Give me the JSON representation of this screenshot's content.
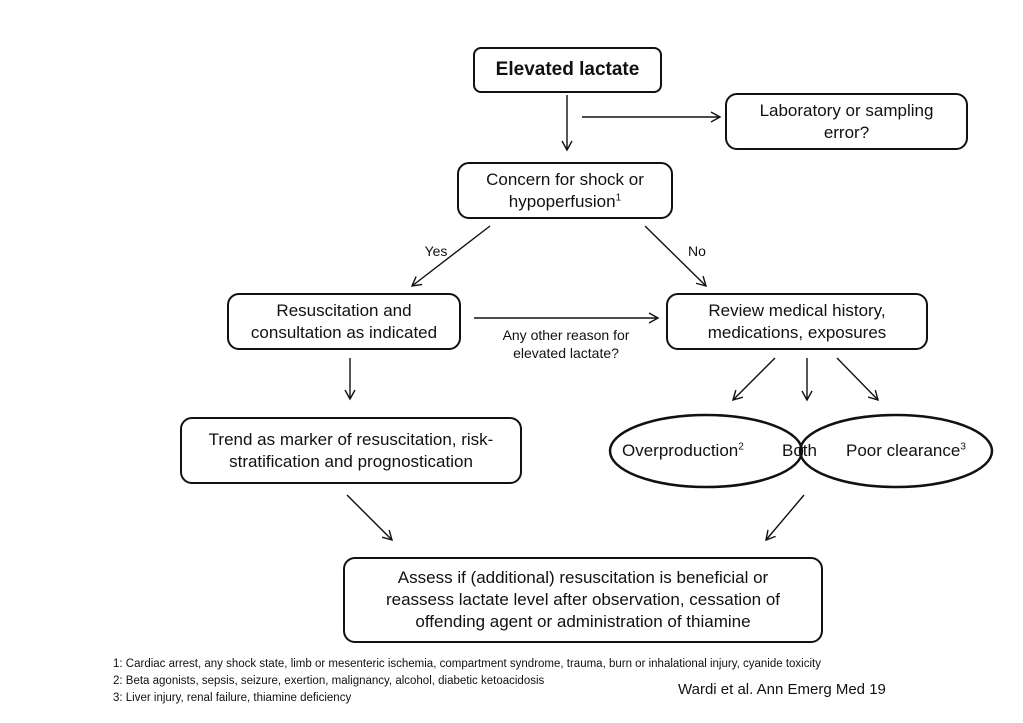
{
  "nodes": {
    "elevated": "Elevated lactate",
    "lab_error": [
      "Laboratory or sampling",
      "error?"
    ],
    "concern": [
      "Concern for shock or",
      "hypoperfusion"
    ],
    "concern_sup": "1",
    "resus": [
      "Resuscitation and",
      "consultation as indicated"
    ],
    "review": [
      "Review medical history,",
      "medications, exposures"
    ],
    "trend": [
      "Trend as marker of resuscitation, risk-",
      "stratification and prognostication"
    ],
    "assess": [
      "Assess if (additional) resuscitation is beneficial or",
      "reassess lactate level after observation, cessation of",
      "offending agent or administration of thiamine"
    ]
  },
  "ovals": {
    "overproduction": "Overproduction",
    "overproduction_sup": "2",
    "both": "Both",
    "poor_clearance": "Poor clearance",
    "poor_clearance_sup": "3"
  },
  "edge_labels": {
    "yes": "Yes",
    "no": "No",
    "other_reason": [
      "Any other reason for",
      "elevated lactate?"
    ]
  },
  "footnotes": [
    "1: Cardiac arrest, any shock state, limb or mesenteric ischemia, compartment syndrome, trauma, burn or inhalational injury, cyanide toxicity",
    "2: Beta agonists, sepsis, seizure, exertion, malignancy, alcohol, diabetic ketoacidosis",
    "3: Liver injury, renal failure, thiamine deficiency"
  ],
  "citation": "Wardi et al. Ann Emerg Med 19"
}
